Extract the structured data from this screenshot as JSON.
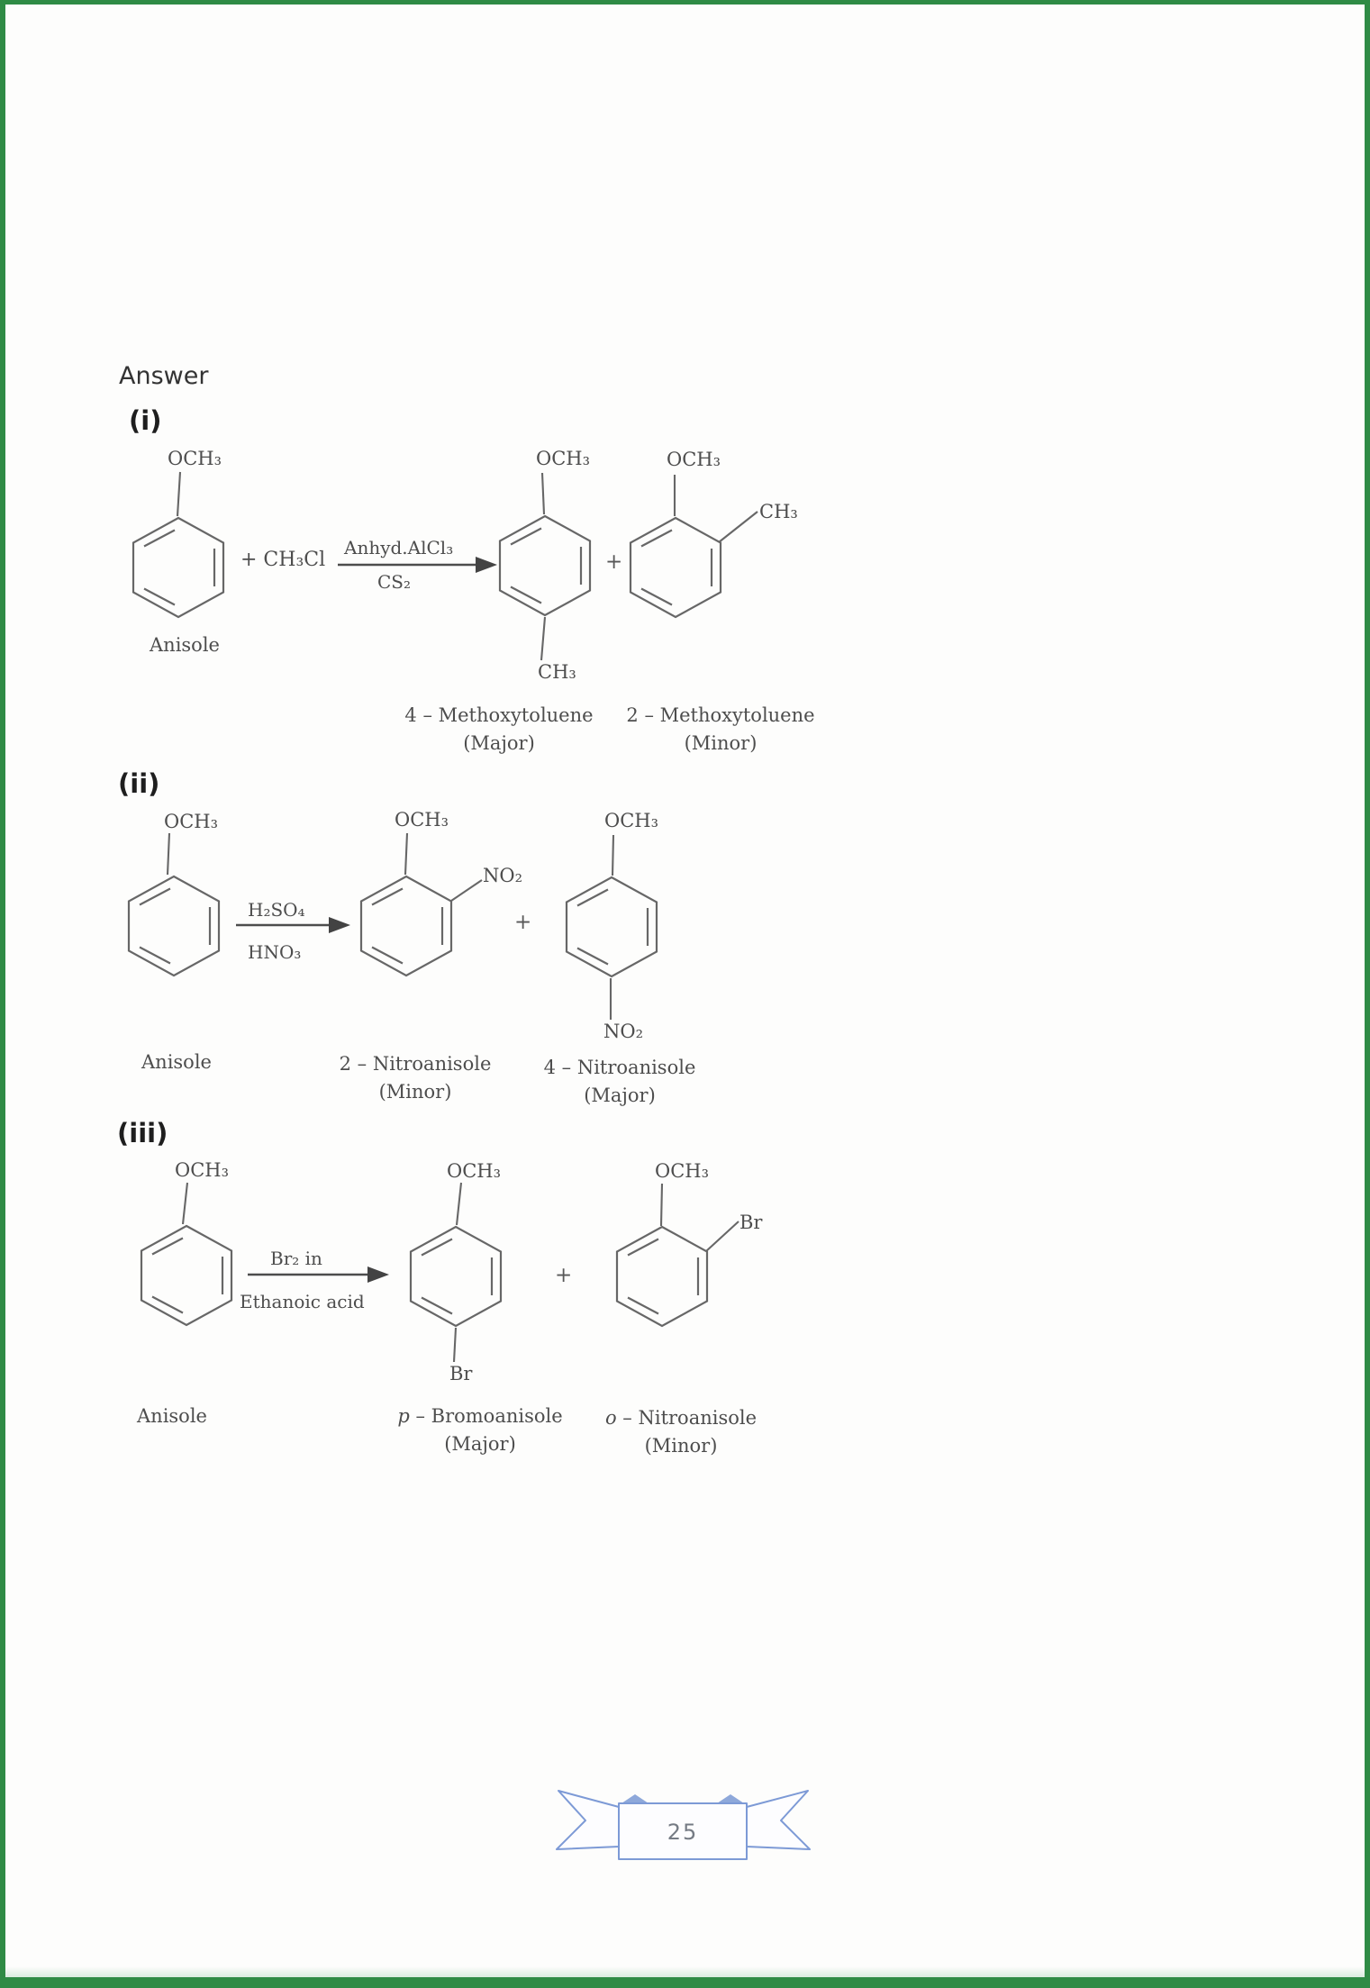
{
  "page": {
    "heading": "Answer",
    "page_number": "25"
  },
  "scheme_i": {
    "label": "(i)",
    "reactant": {
      "top_group": "OCH₃",
      "name": "Anisole"
    },
    "reagent": "+ CH₃Cl",
    "condition_above": "Anhyd.AlCl₃",
    "condition_below": "CS₂",
    "plus": "+",
    "product1": {
      "top_group": "OCH₃",
      "bottom_group": "CH₃",
      "name": "4 – Methoxytoluene",
      "amount": "(Major)"
    },
    "product2": {
      "top_group": "OCH₃",
      "right_group": "CH₃",
      "name": "2 – Methoxytoluene",
      "amount": "(Minor)"
    }
  },
  "scheme_ii": {
    "label": "(ii)",
    "reactant": {
      "top_group": "OCH₃",
      "name": "Anisole"
    },
    "condition_above": "H₂SO₄",
    "condition_below": "HNO₃",
    "plus": "+",
    "product1": {
      "top_group": "OCH₃",
      "right_group": "NO₂",
      "name": "2 – Nitroanisole",
      "amount": "(Minor)"
    },
    "product2": {
      "top_group": "OCH₃",
      "bottom_group": "NO₂",
      "name": "4 – Nitroanisole",
      "amount": "(Major)"
    }
  },
  "scheme_iii": {
    "label": "(iii)",
    "reactant": {
      "top_group": "OCH₃",
      "name": "Anisole"
    },
    "condition_above": "Br₂ in",
    "condition_below": "Ethanoic acid",
    "plus": "+",
    "product1": {
      "top_group": "OCH₃",
      "bottom_group": "Br",
      "name_prefix": "p",
      "name_rest": " – Bromoanisole",
      "amount": "(Major)"
    },
    "product2": {
      "top_group": "OCH₃",
      "right_group": "Br",
      "name_prefix": "o",
      "name_rest": " – Nitroanisole",
      "amount": "(Minor)"
    }
  }
}
